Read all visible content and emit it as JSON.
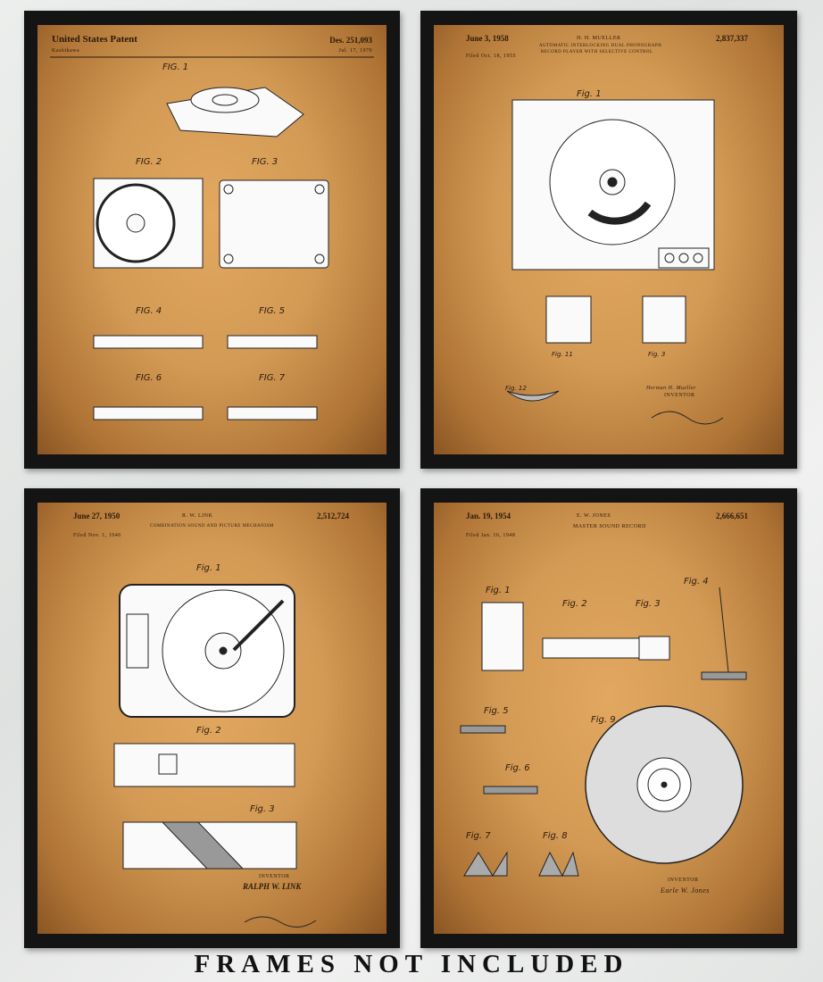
{
  "posters": [
    {
      "header": "United States Patent",
      "inventor": "Kashikawa",
      "number": "Des. 251,093",
      "date": "Jul. 17, 1979",
      "figures": [
        "FIG. 1",
        "FIG. 2",
        "FIG. 3",
        "FIG. 4",
        "FIG. 5",
        "FIG. 6",
        "FIG. 7"
      ]
    },
    {
      "date": "June 3, 1958",
      "inventor": "H. H. MUELLER",
      "number": "2,837,337",
      "title1": "AUTOMATIC INTERLOCKING DUAL PHONOGRAPH",
      "title2": "RECORD PLAYER WITH SELECTIVE CONTROL",
      "filed": "Filed Oct. 18, 1955",
      "figures": [
        "Fig. 1",
        "Fig. 11",
        "Fig. 3",
        "Fig. 12"
      ],
      "signature_name": "Herman H. Mueller",
      "signature_label": "INVENTOR"
    },
    {
      "date": "June 27, 1950",
      "inventor": "R. W. LINK",
      "number": "2,512,724",
      "title1": "COMBINATION SOUND AND PICTURE MECHANISM",
      "filed": "Filed Nov. 1, 1946",
      "figures": [
        "Fig. 1",
        "Fig. 2",
        "Fig. 3"
      ],
      "signature_label": "INVENTOR",
      "signature_name": "RALPH W. LINK"
    },
    {
      "date": "Jan. 19, 1954",
      "inventor": "E. W. JONES",
      "number": "2,666,651",
      "title1": "MASTER SOUND RECORD",
      "filed": "Filed Jan. 16, 1948",
      "figures": [
        "Fig. 1",
        "Fig. 2",
        "Fig. 3",
        "Fig. 4",
        "Fig. 5",
        "Fig. 6",
        "Fig. 7",
        "Fig. 8",
        "Fig. 9"
      ],
      "signature_label": "INVENTOR",
      "signature_name": "Earle W. Jones"
    }
  ],
  "caption": "FRAMES NOT INCLUDED",
  "colors": {
    "frame": "#141414",
    "paper": "#d39a55",
    "ink": "#2a1a0a"
  }
}
